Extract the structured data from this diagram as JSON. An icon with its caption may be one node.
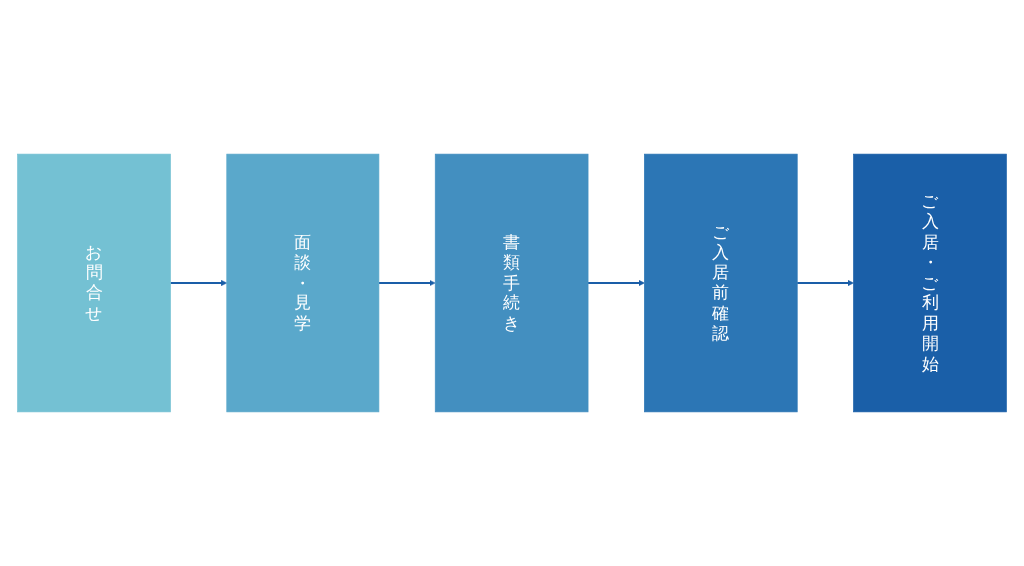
{
  "diagram": {
    "nodes": [
      {
        "text": [
          "お問合せ"
        ]
      },
      {
        "text": [
          "面談・見学"
        ]
      },
      {
        "text": [
          "書類手続き"
        ]
      },
      {
        "text": [
          "ご入居前確認"
        ]
      },
      {
        "text": [
          "ご入居・ご利用開始"
        ]
      }
    ],
    "edges": [
      {
        "from": 0,
        "to": 1,
        "arrow": "to"
      },
      {
        "from": 1,
        "to": 2,
        "arrow": "to"
      },
      {
        "from": 2,
        "to": 3,
        "arrow": "to"
      },
      {
        "from": 3,
        "to": 4,
        "arrow": "to"
      }
    ]
  }
}
